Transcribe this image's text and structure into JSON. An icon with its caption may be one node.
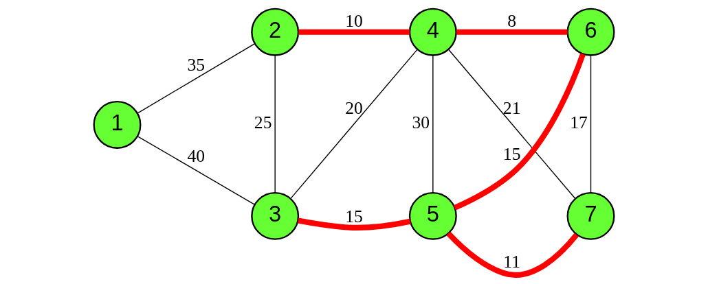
{
  "diagram": {
    "nodes": [
      {
        "text": [
          "1"
        ]
      },
      {
        "text": [
          "2"
        ]
      },
      {
        "text": [
          "3"
        ]
      },
      {
        "text": [
          "4"
        ]
      },
      {
        "text": [
          "5"
        ]
      },
      {
        "text": [
          "6"
        ]
      },
      {
        "text": [
          "7"
        ]
      }
    ],
    "edges": [
      {
        "from": 0,
        "to": 1,
        "arrow": "none",
        "label": "35"
      },
      {
        "from": 0,
        "to": 2,
        "arrow": "none",
        "label": "40"
      },
      {
        "from": 1,
        "to": 2,
        "arrow": "none",
        "label": "25"
      },
      {
        "from": 1,
        "to": 3,
        "arrow": "none",
        "label": "10",
        "style": "thick",
        "color": "#ff0000"
      },
      {
        "from": 2,
        "to": 3,
        "arrow": "none",
        "label": "20"
      },
      {
        "from": 3,
        "to": 4,
        "arrow": "none",
        "label": "30"
      },
      {
        "from": 3,
        "to": 5,
        "arrow": "none",
        "label": "8",
        "style": "thick",
        "color": "#ff0000"
      },
      {
        "from": 3,
        "to": 6,
        "arrow": "none",
        "label": "21"
      },
      {
        "from": 4,
        "to": 5,
        "arrow": "none",
        "label": "15",
        "style": "thick",
        "color": "#ff0000"
      },
      {
        "from": 2,
        "to": 4,
        "arrow": "none",
        "label": "15",
        "style": "thick",
        "color": "#ff0000"
      },
      {
        "from": 4,
        "to": 6,
        "arrow": "none",
        "label": "11",
        "style": "thick",
        "color": "#ff0000"
      },
      {
        "from": 5,
        "to": 6,
        "arrow": "none",
        "label": "17"
      }
    ]
  }
}
